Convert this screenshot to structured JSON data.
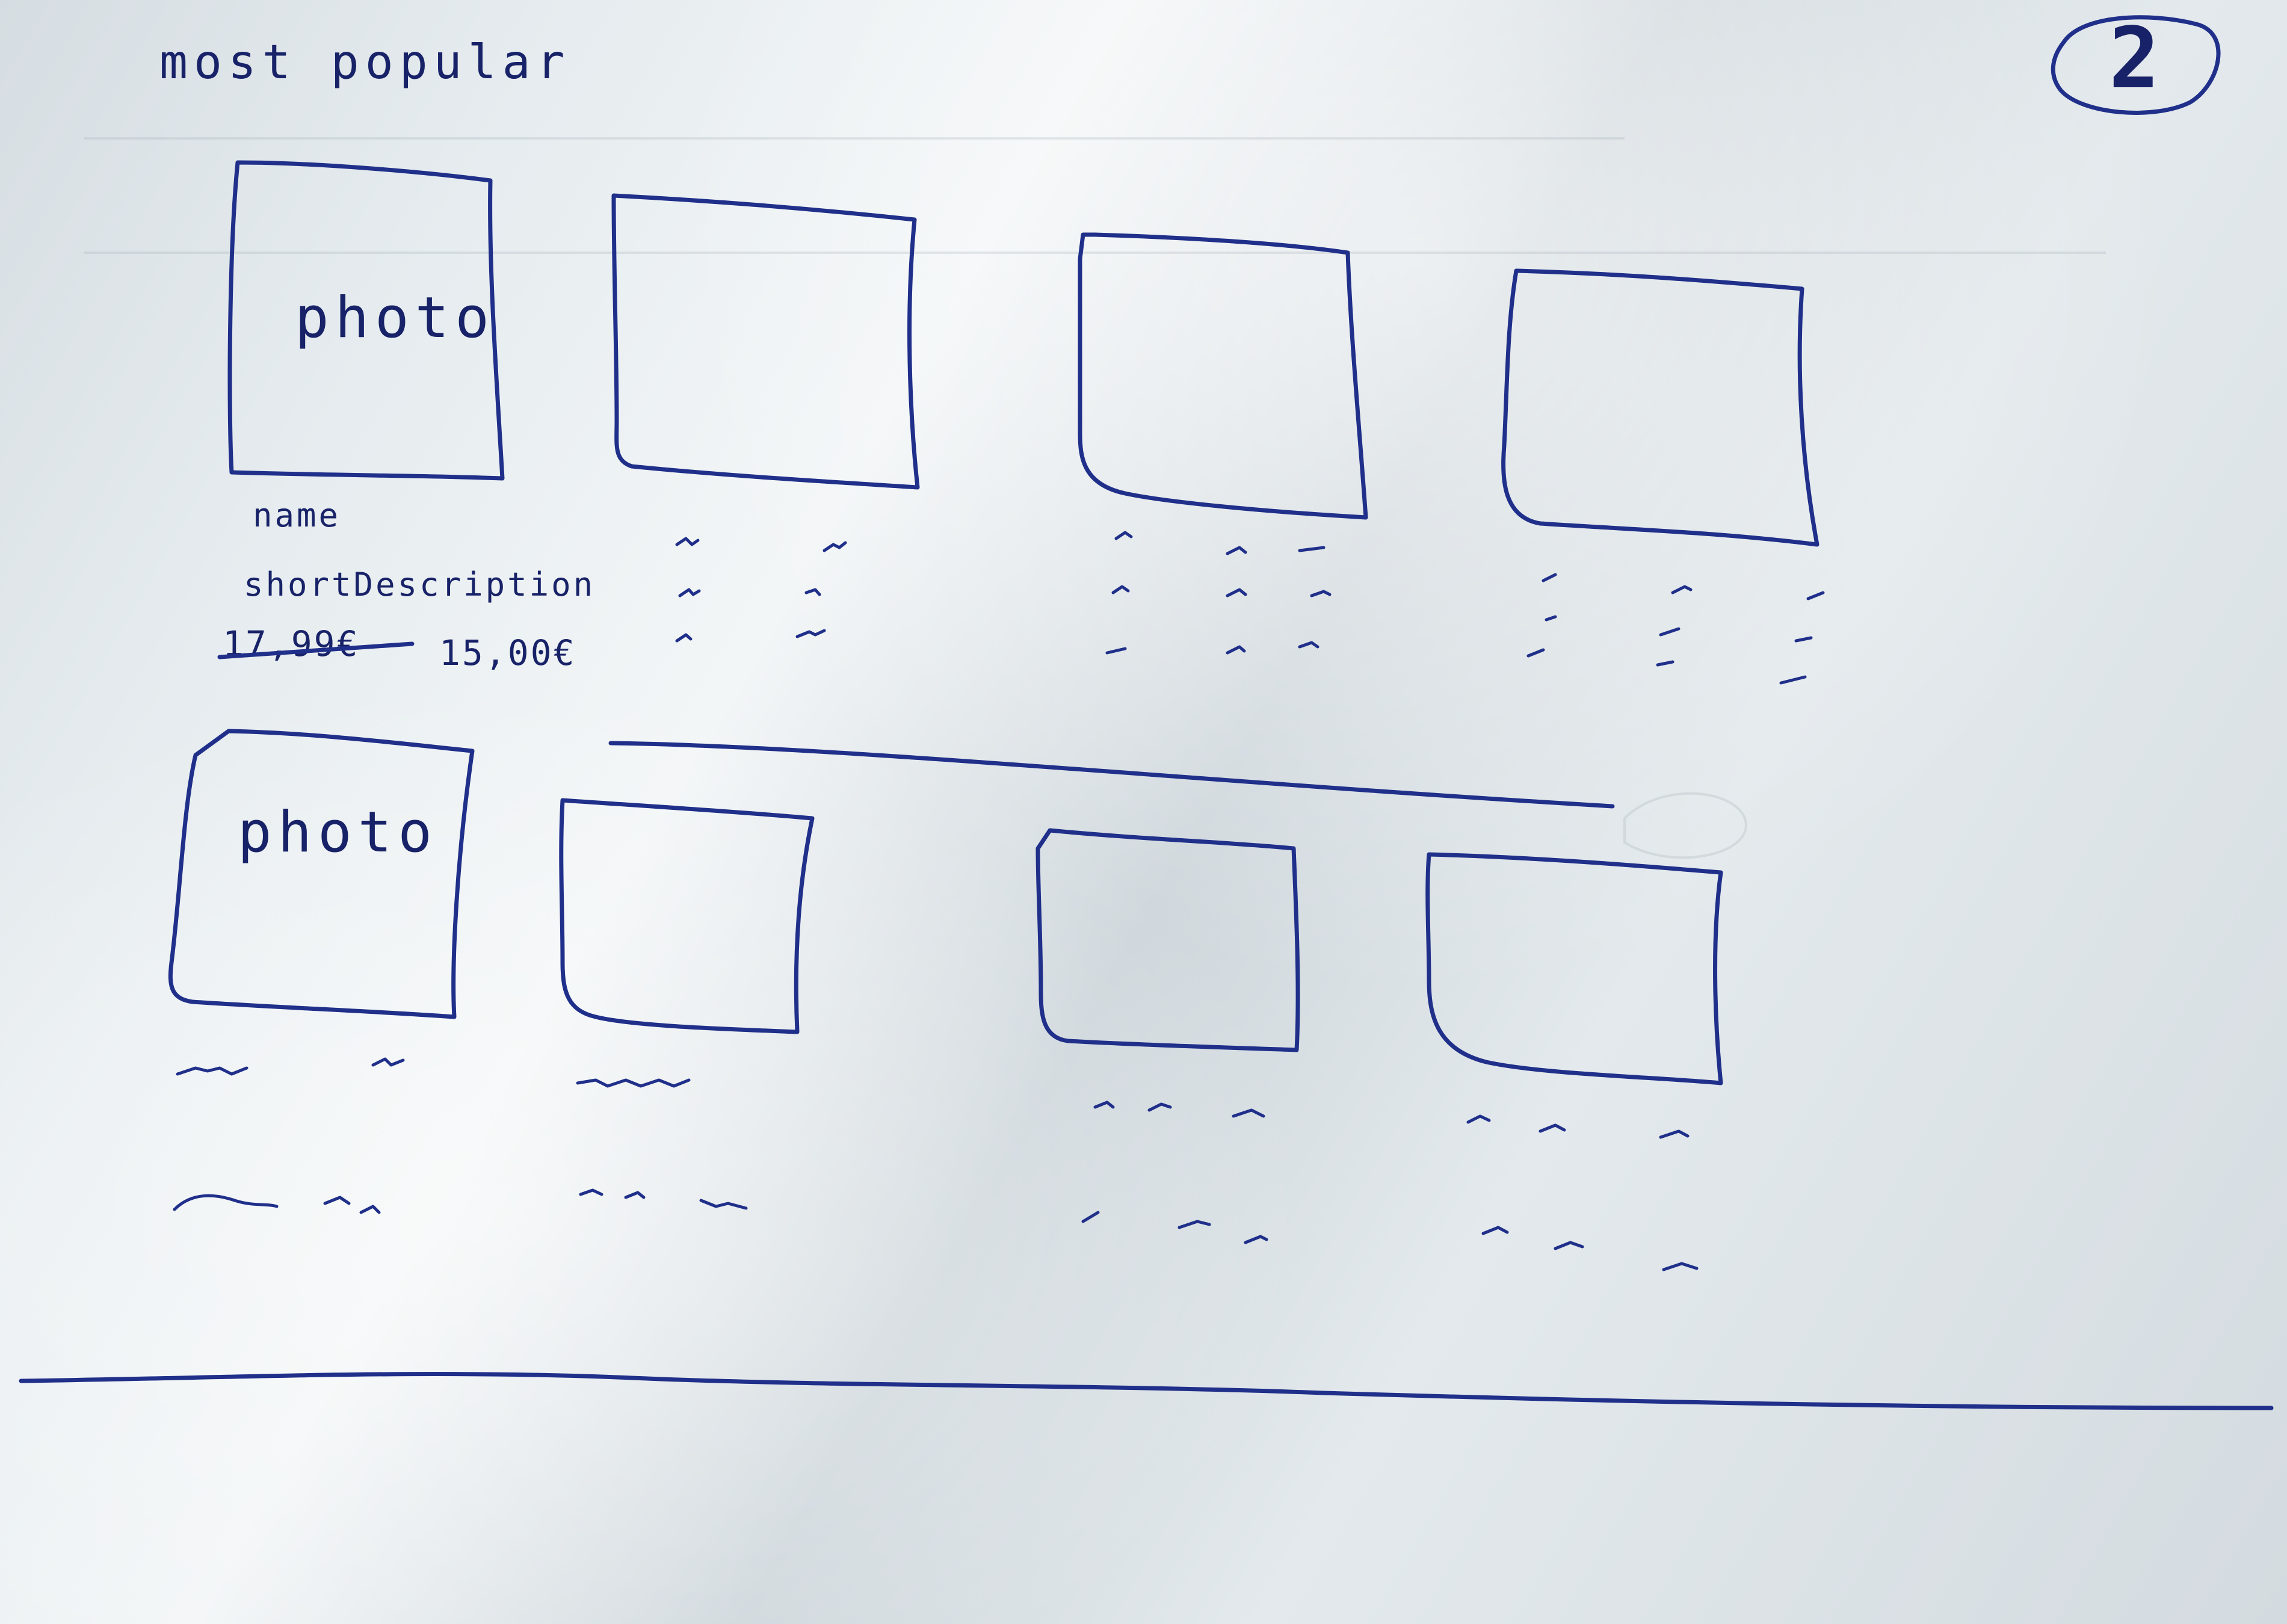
{
  "page": {
    "heading": "most popular",
    "page_number": "2"
  },
  "featured_card": {
    "photo_label": "photo",
    "name": "name",
    "description": "shortDescription",
    "old_price": "17,99€",
    "price": "15,00€"
  },
  "second_row_card": {
    "photo_label": "photo"
  },
  "colors": {
    "ink": "#1f2f8a",
    "paper": "#e8edef"
  }
}
